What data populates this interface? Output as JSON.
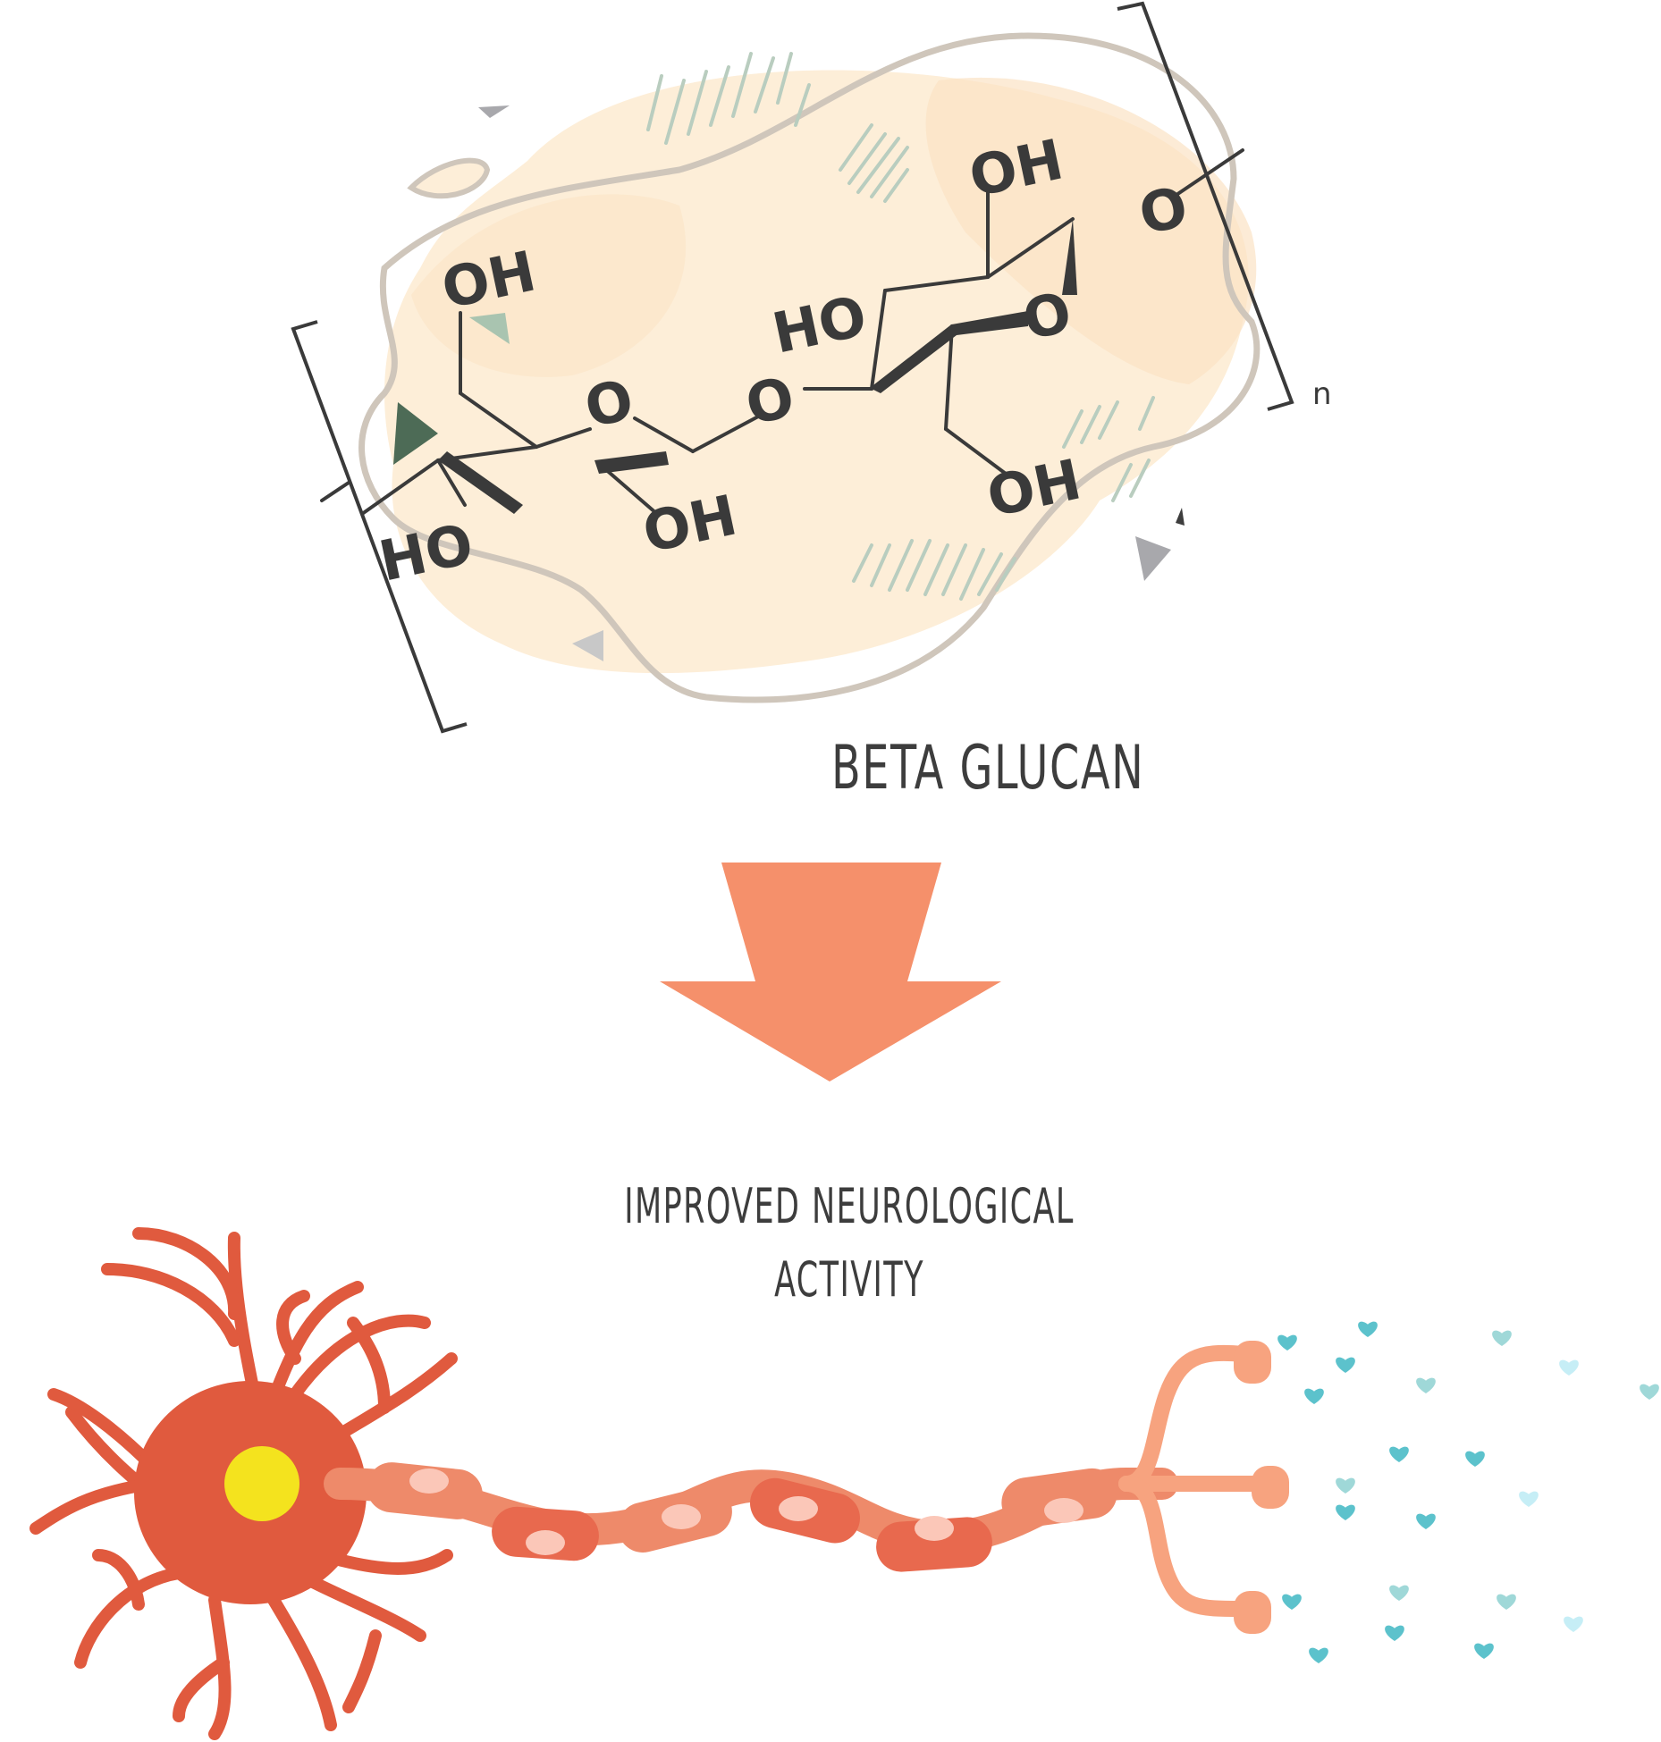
{
  "molecule": {
    "name": "BETA GLUCAN",
    "labels": {
      "oh_top_left": "OH",
      "ring_o_left": "O",
      "bridge_o": "O",
      "ho_left": "HO",
      "oh_bottom_mid": "OH",
      "ho_mid": "HO",
      "oh_top_right": "OH",
      "ring_o_right": "O",
      "terminal_o": "O",
      "oh_bottom_right": "OH",
      "repeat_subscript": "n"
    }
  },
  "effect": {
    "line1": "IMPROVED NEUROLOGICAL",
    "line2": "ACTIVITY"
  },
  "colors": {
    "arrow": "#f5906b",
    "neuron_body": "#e05a3e",
    "nucleus": "#f4e31e",
    "axon": "#ee8a6a",
    "myelin": "#e8694e",
    "terminal": "#f7a37f",
    "node_highlight": "#fbc7b8",
    "blob_fill": "#fdeed8",
    "blob_outline": "#cfc6bb",
    "hatch": "#a9c4b0",
    "heart_dark": "#5cc2cc",
    "heart_mid": "#9fd8d8",
    "heart_light": "#c6eef6",
    "text": "#3a3a3a"
  },
  "icons": [
    "neuron-icon",
    "arrow-down-icon",
    "heart-icon"
  ]
}
